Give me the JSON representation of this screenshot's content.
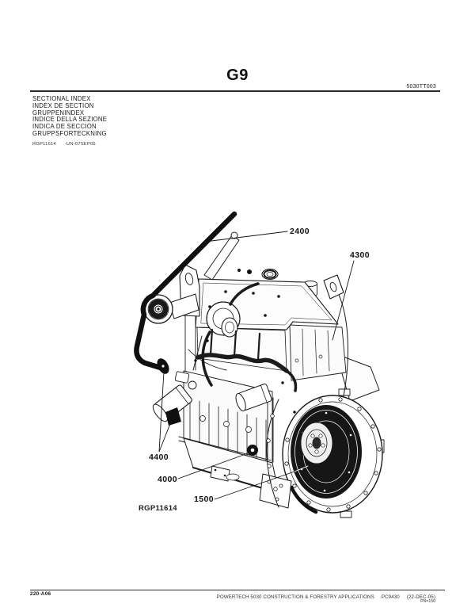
{
  "page": {
    "section_code": "G9",
    "image_id": "5030TT003"
  },
  "index_block": {
    "lines": [
      "SECTIONAL INDEX",
      "INDEX DE SECTION",
      "GRUPPENINDEX",
      "INDICE DELLA SEZIONE",
      "INDICA DE SECCION",
      "GRUPPSFORTECKNING"
    ],
    "figure_ref": "RGP11614",
    "figure_date": "-UN-07SEP05"
  },
  "figure": {
    "caption": "RGP11614",
    "callouts": [
      {
        "label": "2400"
      },
      {
        "label": "4300"
      },
      {
        "label": "4400"
      },
      {
        "label": "4000"
      },
      {
        "label": "1500"
      }
    ]
  },
  "footer": {
    "page_code": "220-A06",
    "publication": "POWERTECH 5030 CONSTRUCTION & FORESTRY APPLICATIONS",
    "catalog_number": "PC9430",
    "date": "(22-DEC-05)",
    "page_number": "PN=150"
  },
  "colors": {
    "paper": "#ffffff",
    "ink": "#1a1a1a",
    "line_art": "#1b1b1b"
  }
}
